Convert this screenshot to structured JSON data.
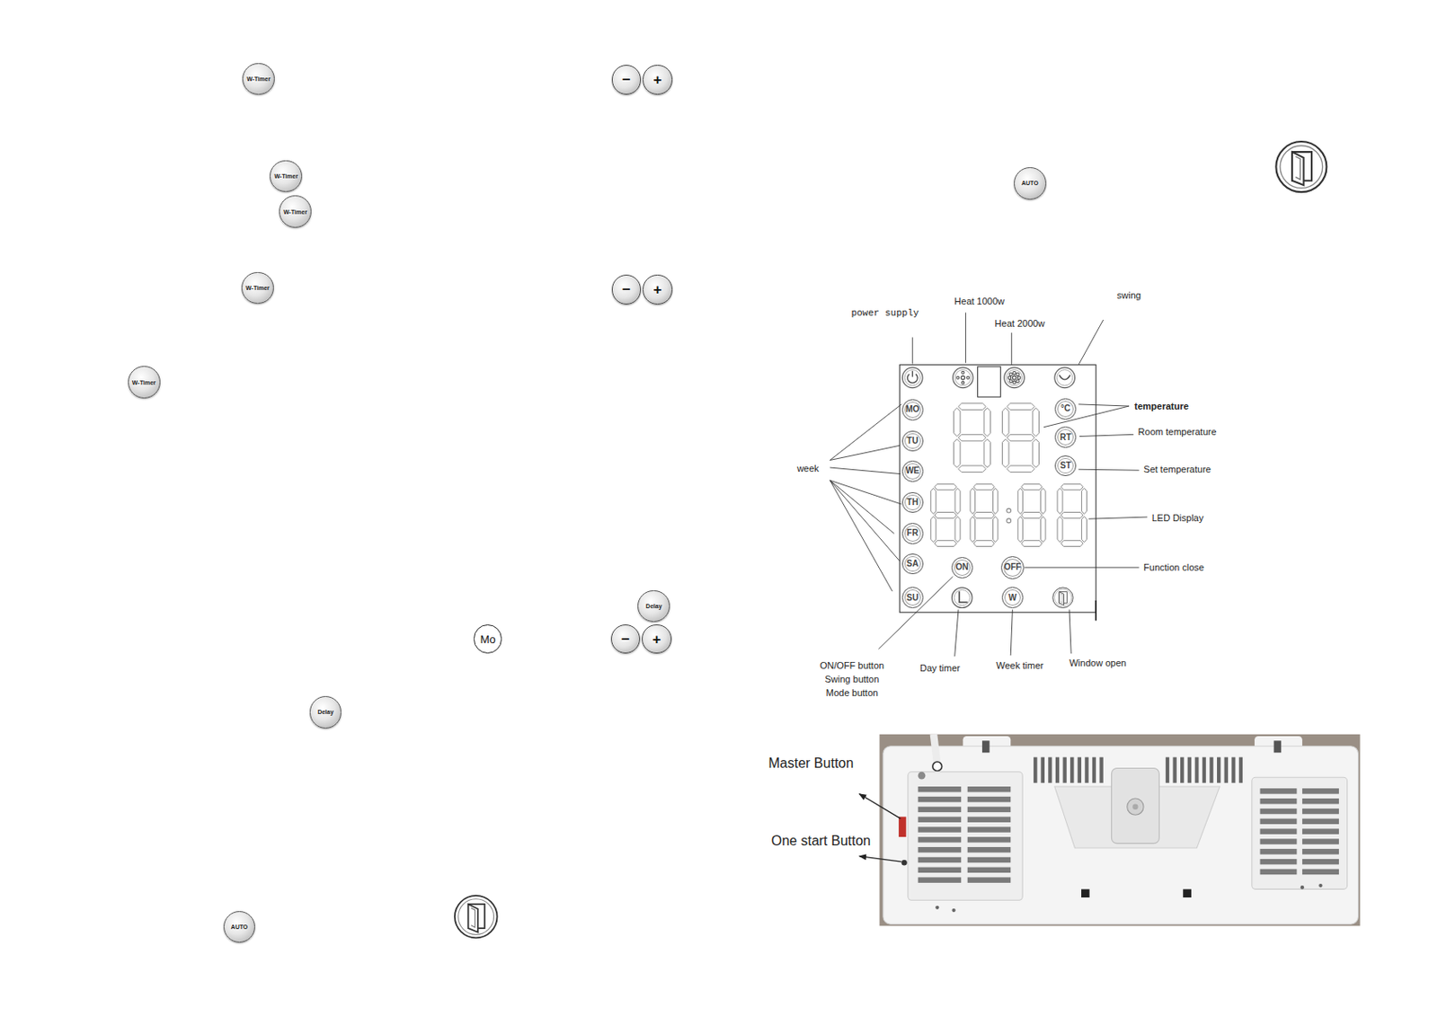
{
  "diagram": {
    "nodes": [
      {
        "text": [
          "W-Timer"
        ]
      },
      {
        "text": [
          "−"
        ]
      },
      {
        "text": [
          "+"
        ]
      },
      {
        "text": [
          "W-Timer"
        ]
      },
      {
        "text": [
          "W-Timer"
        ]
      },
      {
        "text": [
          "W-Timer"
        ]
      },
      {
        "text": [
          "−"
        ]
      },
      {
        "text": [
          "+"
        ]
      },
      {
        "text": [
          "W-Timer"
        ]
      },
      {
        "text": [
          "Delay"
        ]
      },
      {
        "text": [
          "Mo"
        ]
      },
      {
        "text": [
          "−"
        ]
      },
      {
        "text": [
          "+"
        ]
      },
      {
        "text": [
          "Delay"
        ]
      },
      {
        "text": [
          "AUTO"
        ]
      },
      {
        "text": [
          "AUTO"
        ]
      },
      {
        "text": [
          "MO"
        ]
      },
      {
        "text": [
          "TU"
        ]
      },
      {
        "text": [
          "WE"
        ]
      },
      {
        "text": [
          "TH"
        ]
      },
      {
        "text": [
          "FR"
        ]
      },
      {
        "text": [
          "SA"
        ]
      },
      {
        "text": [
          "SU"
        ]
      },
      {
        "text": [
          "°C"
        ]
      },
      {
        "text": [
          "RT"
        ]
      },
      {
        "text": [
          "ST"
        ]
      },
      {
        "text": [
          "ON"
        ]
      },
      {
        "text": [
          "OFF"
        ]
      },
      {
        "text": [
          "W"
        ]
      }
    ],
    "labels": [
      "swing",
      "Heat 1000w",
      "power supply",
      "Heat 2000w",
      "temperature",
      "Room temperature",
      "week",
      "Set temperature",
      "LED Display",
      "Function close",
      "Window open",
      "ON/OFF button Swing button Mode button",
      "Week timer",
      "Day timer",
      "Master Button",
      "One start Button"
    ]
  }
}
